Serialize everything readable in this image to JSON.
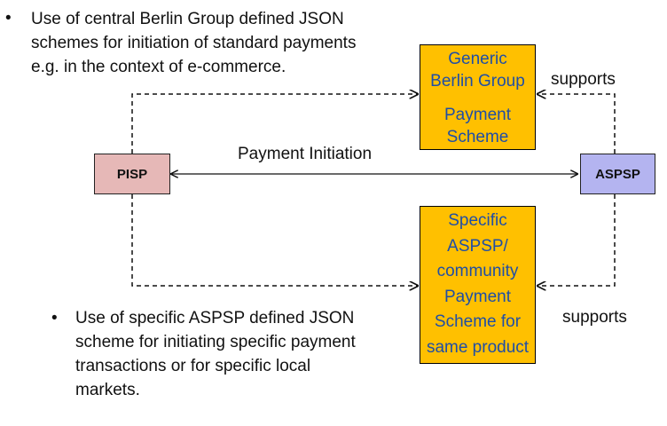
{
  "bullets": {
    "top": {
      "symbol": "•",
      "lines": [
        "Use of central Berlin Group defined JSON",
        "schemes for initiation of standard payments",
        "e.g. in the context of e-commerce."
      ]
    },
    "bottom": {
      "symbol": "•",
      "lines": [
        "Use of specific ASPSP defined JSON",
        "scheme for initiating specific payment",
        "transactions or for specific local",
        "markets."
      ]
    }
  },
  "nodes": {
    "pisp": {
      "label": "PISP",
      "color": "#e6b8b7"
    },
    "aspsp": {
      "label": "ASPSP",
      "color": "#b4b4f0"
    }
  },
  "boxes": {
    "generic": {
      "lines": [
        "Generic",
        "Berlin Group",
        "Payment",
        "Scheme"
      ],
      "color": "#ffc000"
    },
    "specific": {
      "lines": [
        "Specific",
        "ASPSP/",
        "community",
        "Payment",
        "Scheme for",
        "same product"
      ],
      "color": "#ffc000"
    }
  },
  "labels": {
    "payment_initiation": "Payment Initiation",
    "supports_top": "supports",
    "supports_bottom": "supports"
  }
}
